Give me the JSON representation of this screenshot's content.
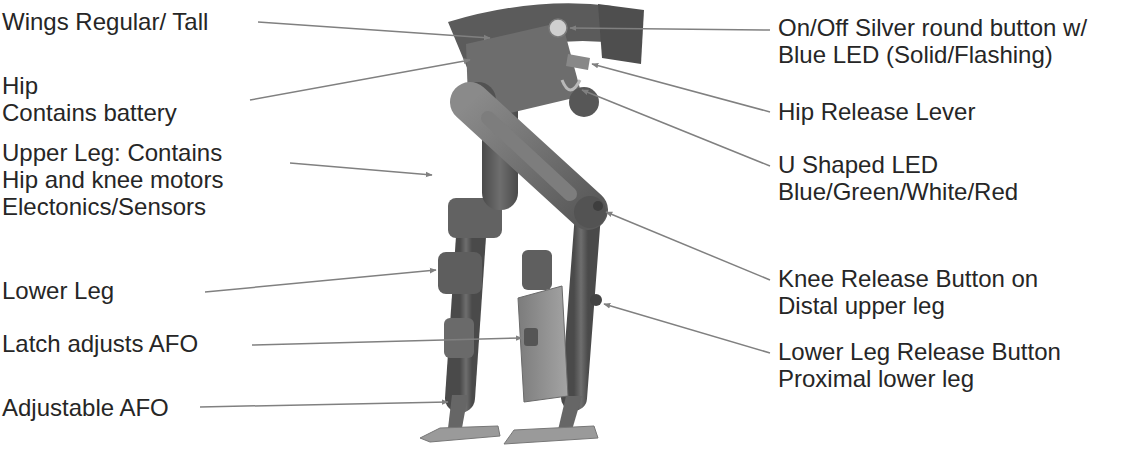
{
  "diagram": {
    "labels": [
      "Wings Regular/ Tall",
      "Hip Contains battery",
      "Upper Leg: Contains Hip and knee motors Electonics/Sensors",
      "Lower Leg",
      "Latch adjusts AFO",
      "Adjustable AFO",
      "On/Off Silver round button w/ Blue LED (Solid/Flashing)",
      "Hip Release Lever",
      "U Shaped LED Blue/Green/White/Red",
      "Knee Release Button on Distal upper leg",
      "Lower Leg Release Button Proximal lower leg"
    ]
  }
}
